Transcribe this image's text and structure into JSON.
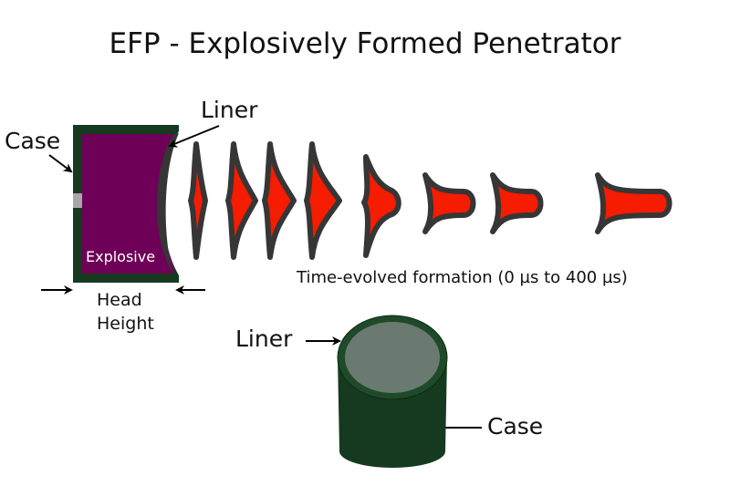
{
  "title": "EFP - Explosively Formed Penetrator",
  "labels": {
    "case_top": "Case",
    "liner_top": "Liner",
    "explosive": "Explosive",
    "head": "Head",
    "height": "Height",
    "formation": "Time-evolved formation (0 µs to 400 µs)",
    "liner_bottom": "Liner",
    "case_bottom": "Case"
  },
  "colors": {
    "case": "#163a1f",
    "explosive": "#6e0057",
    "liner": "#363636",
    "penetrator_fill": "#f51c00",
    "cylinder_liner": "#6a7a70",
    "plug": "#a8a8a8"
  },
  "formation_stages": 8
}
